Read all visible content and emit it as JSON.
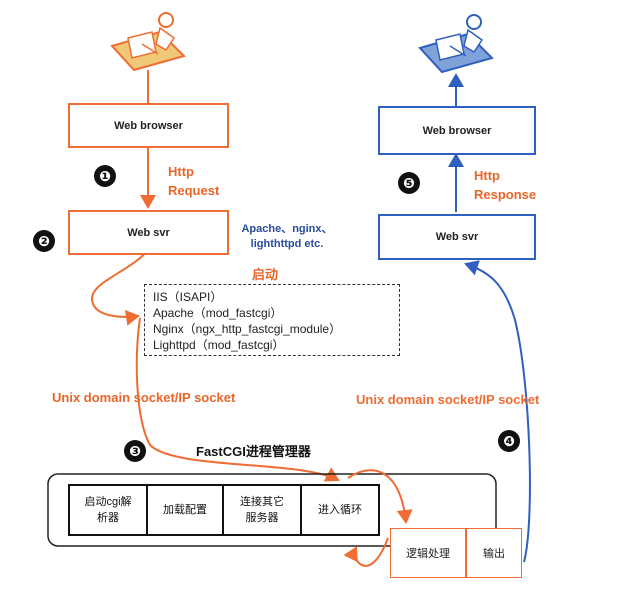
{
  "left_flow": {
    "browser_label": "Web browser",
    "step1": "❶",
    "http_request": [
      "Http",
      "Request"
    ],
    "step2": "❷",
    "server_label": "Web svr",
    "server_note": [
      "Apache、nginx、",
      "lighthttpd etc."
    ],
    "launch_label": "启动",
    "modules": [
      "IIS（ISAPI）",
      "Apache（mod_fastcgi）",
      "Nginx（ngx_http_fastcgi_module）",
      "Lighttpd（mod_fastcgi）"
    ],
    "socket_label": "Unix domain socket/IP socket"
  },
  "right_flow": {
    "browser_label": "Web browser",
    "step5": "❺",
    "http_response": [
      "Http",
      "Response"
    ],
    "server_label": "Web svr",
    "socket_label": "Unix domain socket/IP socket",
    "step4": "❹"
  },
  "manager": {
    "step3": "❸",
    "title": "FastCGI进程管理器",
    "steps": [
      [
        "启动cgi解",
        "析器"
      ],
      [
        "加载配置"
      ],
      [
        "连接其它",
        "服务器"
      ],
      [
        "进入循环"
      ]
    ],
    "logic_label": "逻辑处理",
    "output_label": "输出"
  },
  "colors": {
    "orange": "#ef6c33",
    "blue": "#2f5fbf"
  },
  "icons": [
    "user-at-computer-icon"
  ]
}
